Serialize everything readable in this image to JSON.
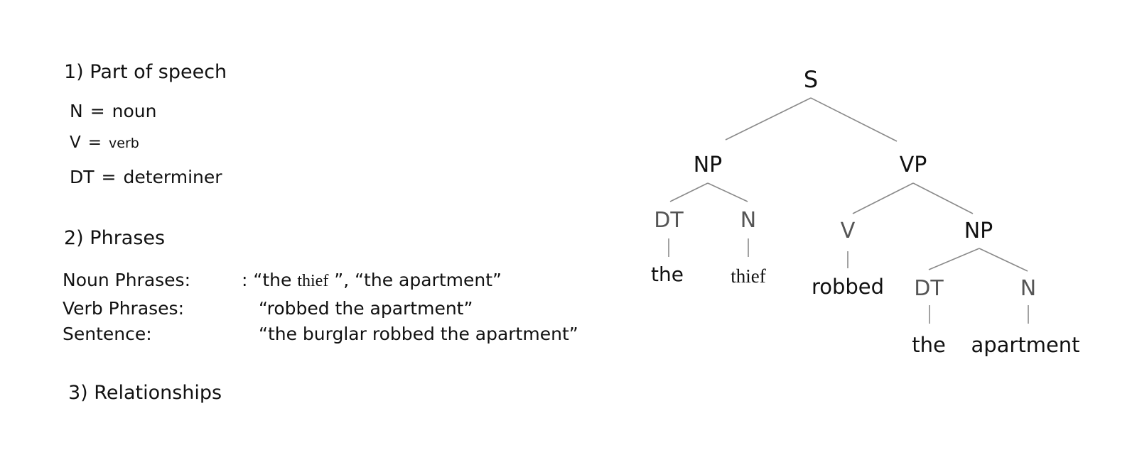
{
  "sections": {
    "pos": {
      "heading": "1) Part of speech",
      "items": [
        {
          "tag": "N",
          "eq": "=",
          "meaning": "noun"
        },
        {
          "tag": "V",
          "eq": "=",
          "meaning": "verb"
        },
        {
          "tag": "DT",
          "eq": "=",
          "meaning": "determiner"
        }
      ]
    },
    "phrases": {
      "heading": "2) Phrases",
      "rows": [
        {
          "label": "Noun Phrases",
          "colon": ":",
          "sep": ":",
          "q1": "“the ",
          "q1_serif": "thief",
          "q1_end": " ”, ",
          "q2": "“the apartment”"
        },
        {
          "label": "Verb Phrases:",
          "value": "“robbed the apartment”"
        },
        {
          "label": "Sentence:",
          "value": "“the burglar robbed the apartment”"
        }
      ]
    },
    "relationships": {
      "heading": "3) Relationships"
    }
  },
  "tree": {
    "S": "S",
    "NP1": "NP",
    "VP": "VP",
    "DT1": "DT",
    "N1": "N",
    "V": "V",
    "NP2": "NP",
    "DT2": "DT",
    "N2": "N",
    "w_the1": "the",
    "w_thief": "thief",
    "w_robbed": "robbed",
    "w_the2": "the",
    "w_apartment": "apartment"
  },
  "colors": {
    "text": "#111111",
    "muted_label": "#555555",
    "edge": "#8a8a8a"
  }
}
